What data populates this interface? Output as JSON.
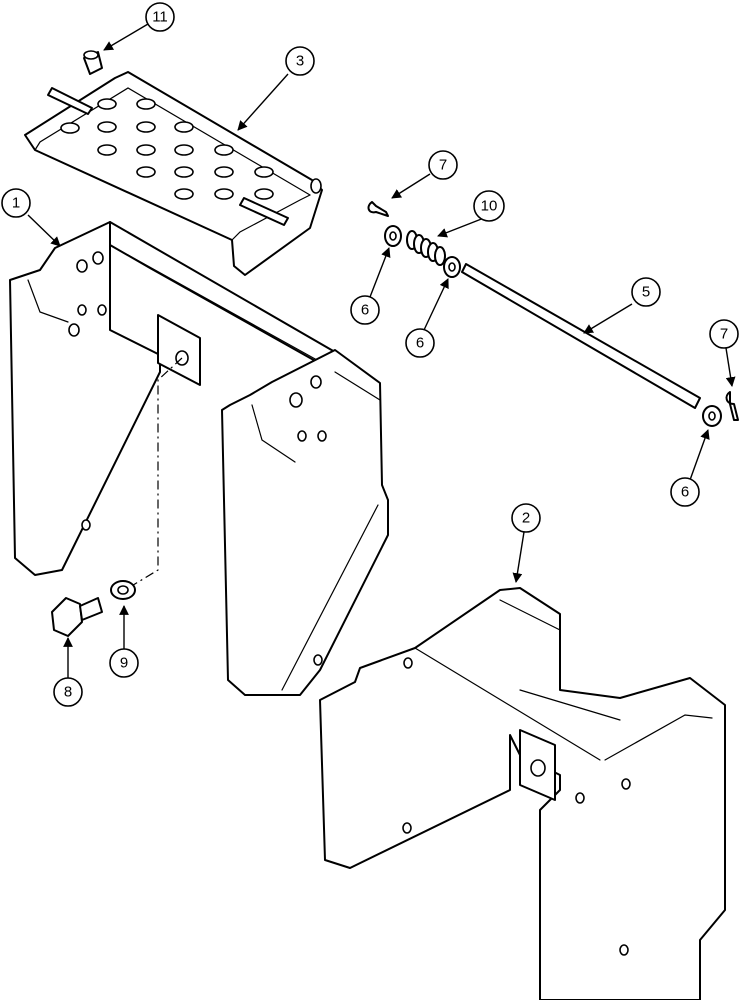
{
  "callouts": [
    {
      "id": "c1",
      "label": "1"
    },
    {
      "id": "c2",
      "label": "2"
    },
    {
      "id": "c3",
      "label": "3"
    },
    {
      "id": "c5",
      "label": "5"
    },
    {
      "id": "c6a",
      "label": "6"
    },
    {
      "id": "c6b",
      "label": "6"
    },
    {
      "id": "c6c",
      "label": "6"
    },
    {
      "id": "c7a",
      "label": "7"
    },
    {
      "id": "c7b",
      "label": "7"
    },
    {
      "id": "c8",
      "label": "8"
    },
    {
      "id": "c9",
      "label": "9"
    },
    {
      "id": "c10",
      "label": "10"
    },
    {
      "id": "c11",
      "label": "11"
    }
  ]
}
